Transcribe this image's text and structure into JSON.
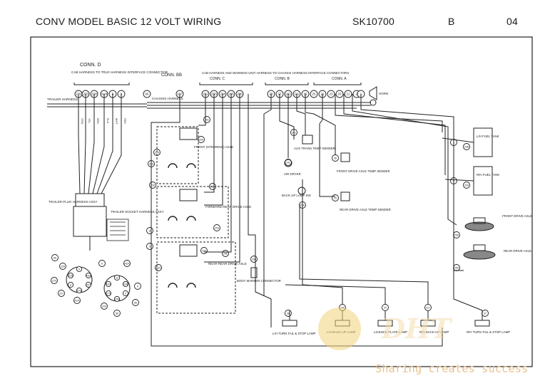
{
  "header": {
    "title": "CONV MODEL BASIC 12 VOLT WIRING",
    "drawing_no": "SK10700",
    "revision": "B",
    "sheet": "04"
  },
  "connectors": {
    "conn_d": "CONN. D",
    "conn_d_desc": "CAB HARNESS TO TRLR HARNESS INTERFACE CONNECTOR",
    "conn_bb": "CONN. BB",
    "cab_to_chassis": "CAB HARNESS AND WARNING UNIT HARNESS TO CHASSIS HARNESS INTERFACE CONNECTORS",
    "conn_c": "CONN. C",
    "conn_b": "CONN. B",
    "conn_a": "CONN. A"
  },
  "harnesses": {
    "trailer": "TRAILER HARNESS",
    "chassis": "CHASSIS HARNESS",
    "trailer_plug": "TRAILER PLUG HARNESS ASSY",
    "trailer_socket": "TRAILER SOCKET HARNESS ASSY"
  },
  "conn_d_pins": [
    "279",
    "225",
    "228",
    "AUX",
    "8",
    "9"
  ],
  "conn_bb_pin": "197",
  "pin_66": "66",
  "conn_c_pins": [
    "292",
    "293",
    "294",
    "295",
    "296"
  ],
  "conn_b_pins": [
    "38",
    "37",
    "242",
    "241",
    "36",
    "25"
  ],
  "conn_a_pins": [
    "22",
    "23",
    "20",
    "21",
    "2",
    "1"
  ],
  "components": {
    "horn": "HORN",
    "front_axle": "FRONT (STEERING) AXLE",
    "forward_rear_axle": "FORWARD REAR DRIVE AXLE",
    "rear_rear_axle": "REAR REAR DRIVE AXLE",
    "aux_trans": "AUX TRANS TEMP SENDER",
    "air_dryer": "AIR DRYER",
    "backup_sw": "BACK UP LAMP SW",
    "front_drive_sender": "FRONT DRIVE AXLE TEMP SENDER",
    "rear_drive_sender": "REAR DRIVE AXLE TEMP SENDER",
    "lh_fuel": "L/H FUEL TANK",
    "rh_fuel": "R/H FUEL TANK",
    "front_drive_axle": "FRONT DRIVE AXLE",
    "rear_drive_axle": "REAR DRIVE AXLE",
    "body_marker": "BODY MARKER CONNECTOR",
    "lh_turn": "L/H TURN TAIL & STOP LAMP",
    "lh_backup": "L/H BACK-UP LAMP",
    "licence": "LICENCE PLATE LAMP",
    "rh_backup": "R/H BACK-UP LAMP",
    "rh_turn": "R/H TURN TAIL & STOP LAMP"
  },
  "wires": [
    "279",
    "225",
    "228",
    "AUX",
    "8",
    "9",
    "66",
    "197",
    "292",
    "293",
    "294",
    "295",
    "296",
    "38",
    "37",
    "242",
    "241",
    "36",
    "25",
    "1",
    "2",
    "20",
    "21",
    "22",
    "23",
    "238",
    "239",
    "258",
    "259",
    "291",
    "290",
    "226",
    "227",
    "230"
  ],
  "pin_wire_colors": [
    "GRN",
    "YEL",
    "BRN",
    "BLK",
    "WHT",
    "RED"
  ],
  "watermark": "Sharing creates success",
  "colors": {
    "line": "#1a1a1a",
    "watermark": "#e9c08c"
  },
  "icons": [
    "horn-icon",
    "lamp-icon",
    "gauge-icon",
    "connector-face-icon",
    "sender-icon",
    "axle-icon"
  ]
}
